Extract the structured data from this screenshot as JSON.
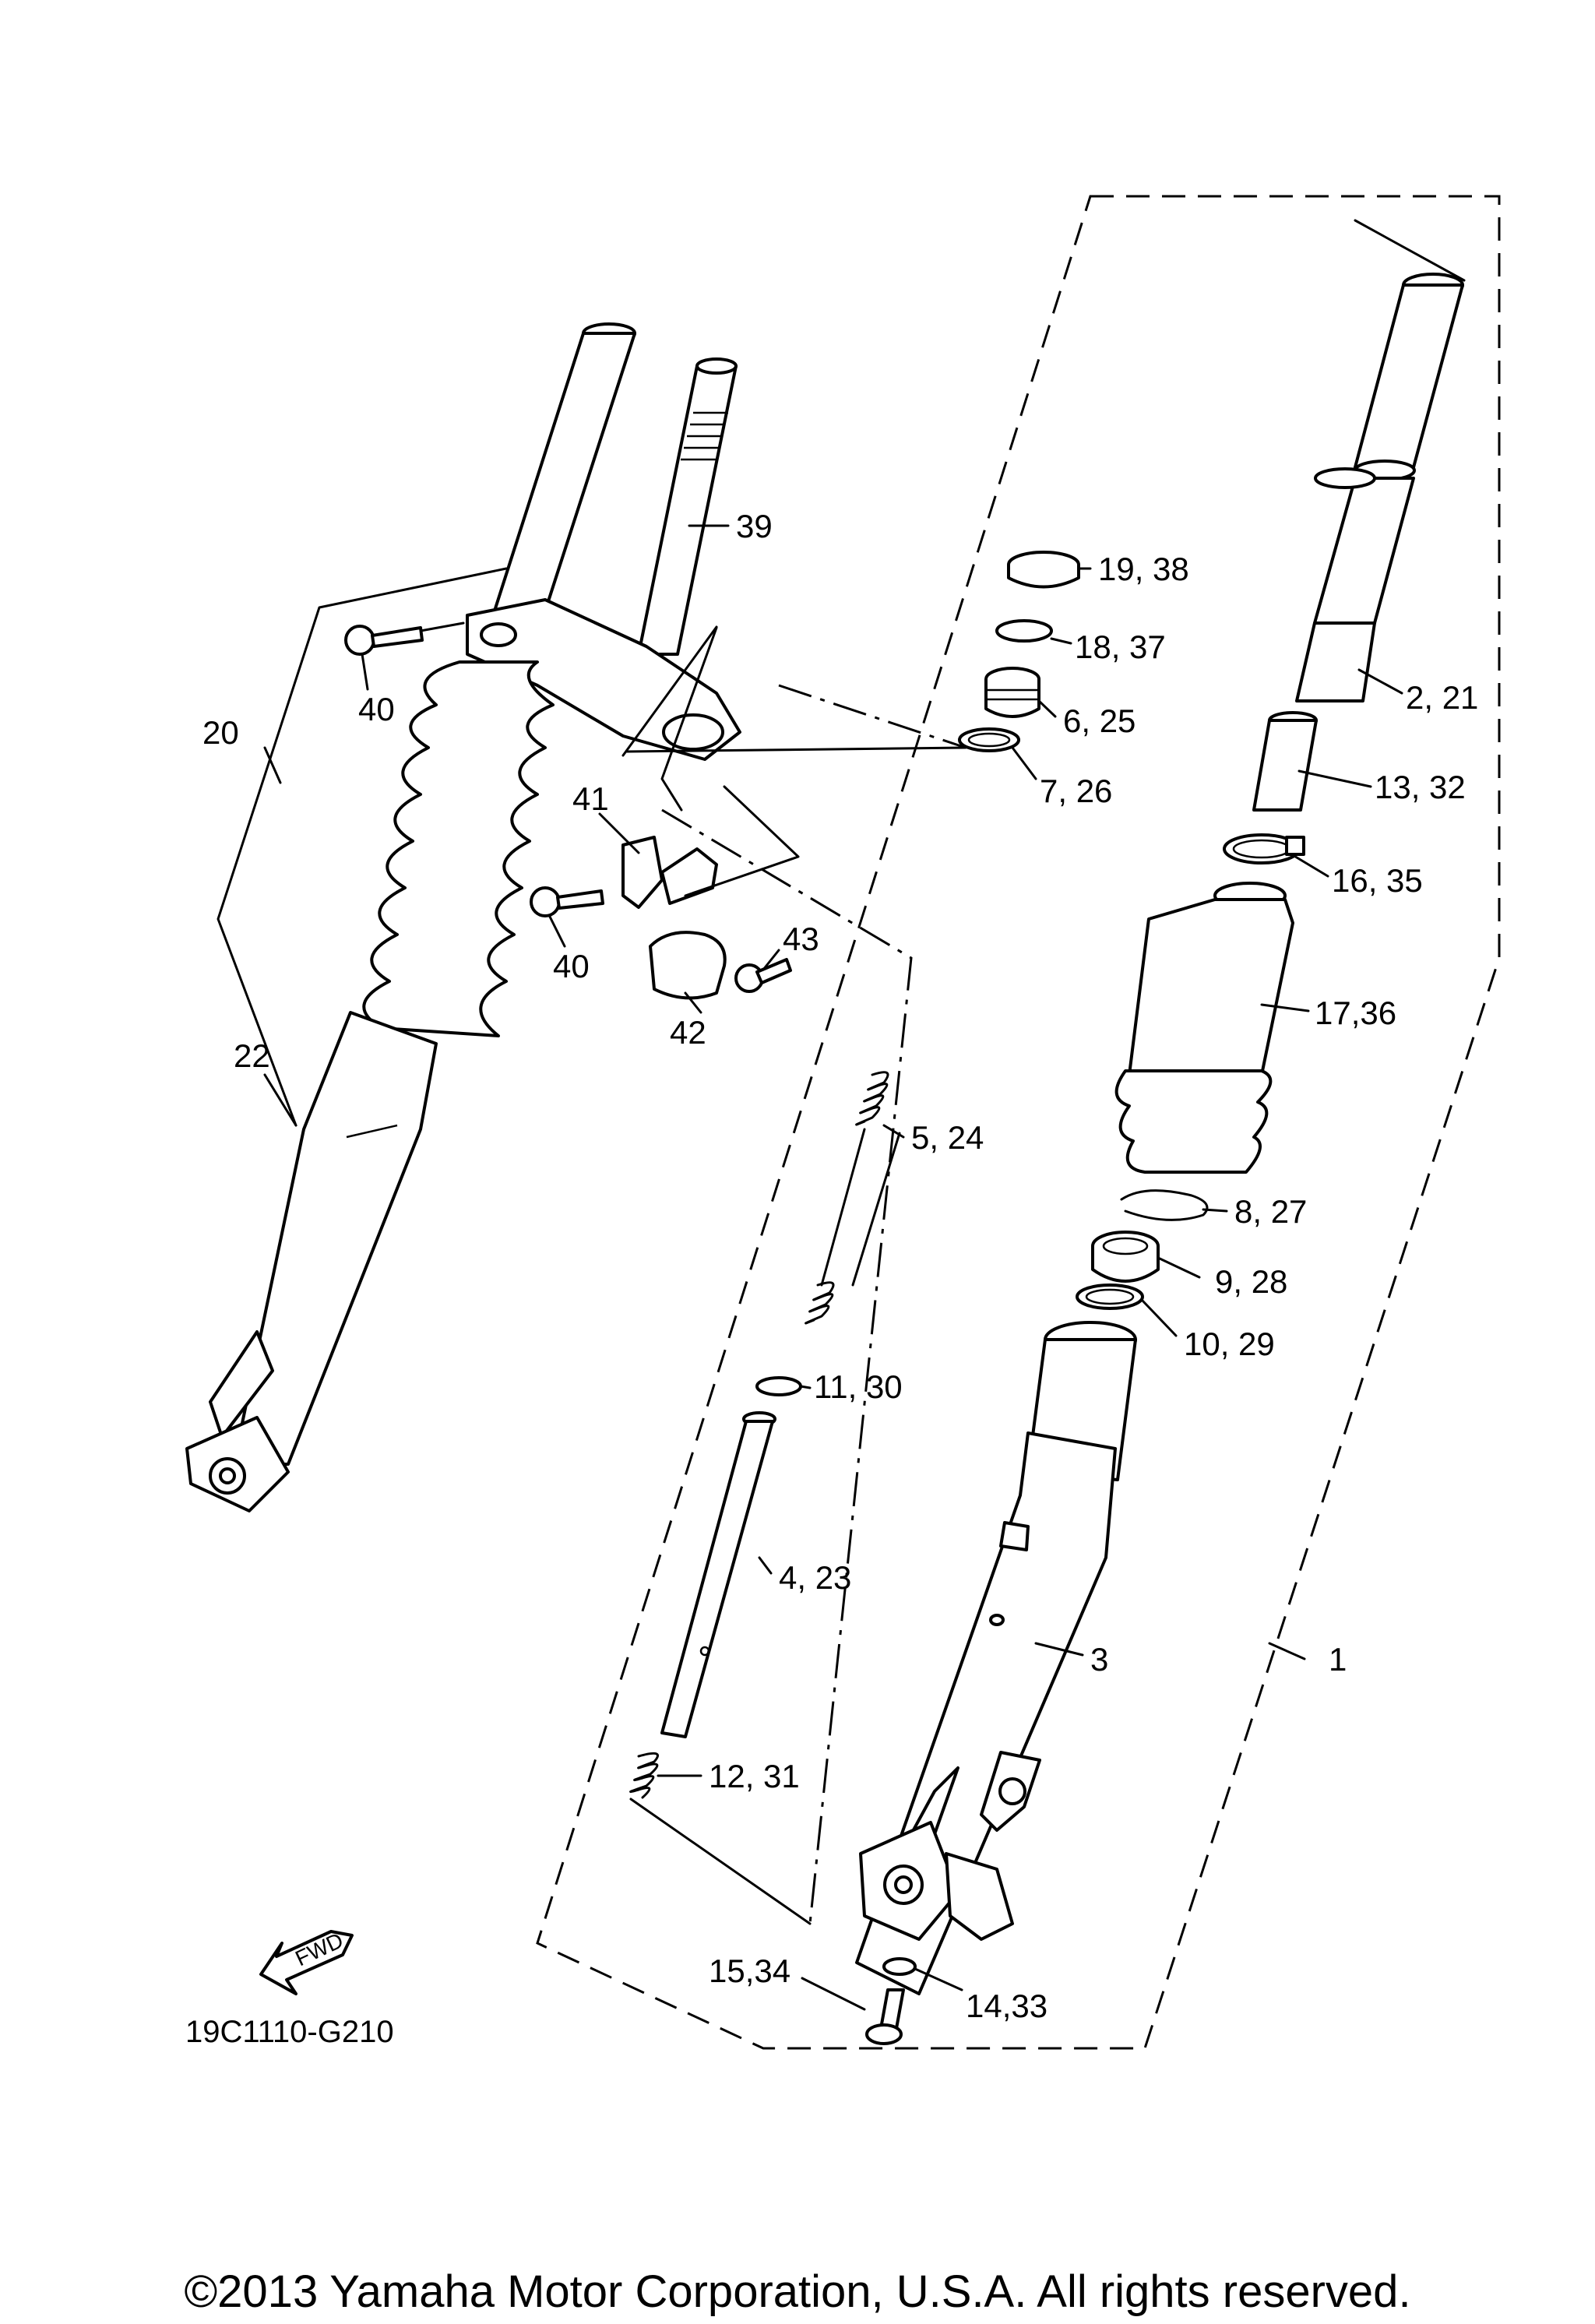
{
  "diagram": {
    "callouts": {
      "c1": "1",
      "c3": "3",
      "c2_21": "2, 21",
      "c13_32": "13, 32",
      "c16_35": "16, 35",
      "c17_36": "17,36",
      "c8_27": "8, 27",
      "c9_28": "9, 28",
      "c10_29": "10, 29",
      "c19_38": "19, 38",
      "c18_37": "18, 37",
      "c6_25": "6, 25",
      "c7_26": "7, 26",
      "c5_24": "5, 24",
      "c11_30": "11, 30",
      "c4_23": "4, 23",
      "c12_31": "12, 31",
      "c15_34": "15,34",
      "c14_33": "14,33",
      "c39": "39",
      "c40a": "40",
      "c40b": "40",
      "c20": "20",
      "c22": "22",
      "c41": "41",
      "c42": "42",
      "c43": "43"
    },
    "fwd_label": "FWD",
    "diagram_code": "19C1110-G210",
    "copyright": "©2013 Yamaha Motor Corporation, U.S.A. All rights reserved."
  }
}
